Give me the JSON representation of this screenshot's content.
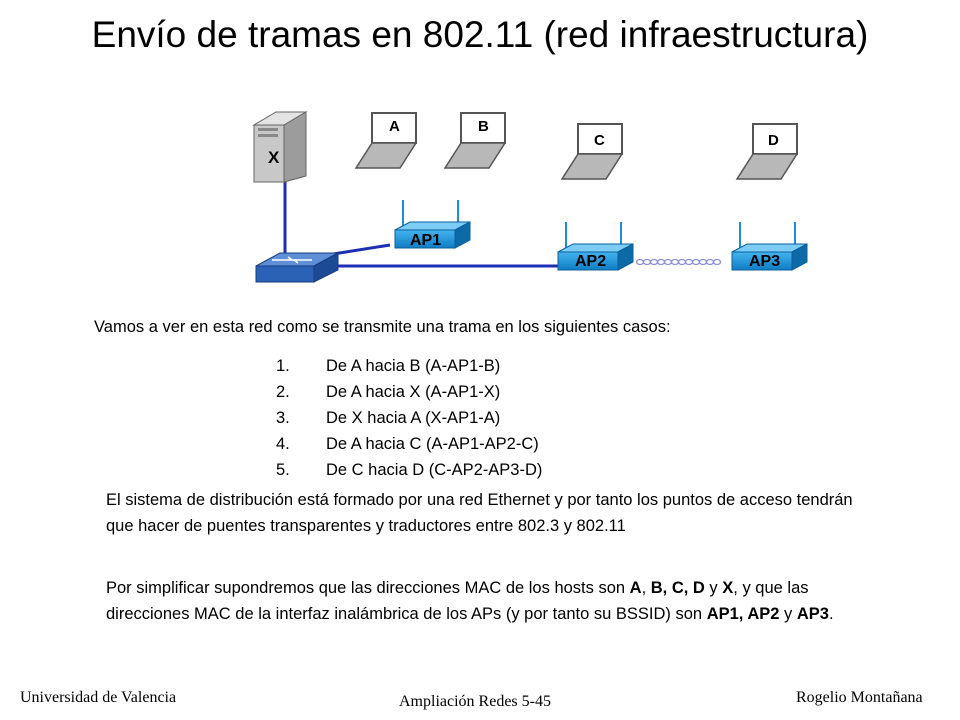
{
  "title": "Envío de tramas en 802.11 (red infraestructura)",
  "diagram": {
    "nodes": {
      "server": "X",
      "laptop_a": "A",
      "laptop_b": "B",
      "laptop_c": "C",
      "laptop_d": "D",
      "ap1": "AP1",
      "ap2": "AP2",
      "ap3": "AP3"
    },
    "colors": {
      "link": "#1c2fb4",
      "ap_fill": "#1a8fd6",
      "switch_fill": "#2b62b6",
      "wireless_link": "#8a8fd4"
    },
    "icons": [
      "server-icon",
      "laptop-icon",
      "access-point-icon",
      "switch-icon",
      "wireless-link-icon"
    ]
  },
  "intro": "Vamos a ver en esta red como se transmite una trama en los siguientes casos:",
  "cases": [
    {
      "num": "1.",
      "text": "De A hacia B (A-AP1-B)"
    },
    {
      "num": "2.",
      "text": "De A hacia X (A-AP1-X)"
    },
    {
      "num": "3.",
      "text": "De X hacia A (X-AP1-A)"
    },
    {
      "num": "4.",
      "text": "De A hacia C (A-AP1-AP2-C)"
    },
    {
      "num": "5.",
      "text": "De C hacia D (C-AP2-AP3-D)"
    }
  ],
  "paragraph1": "El sistema de distribución está formado por una red Ethernet y por tanto los puntos de acceso tendrán que hacer de puentes transparentes y traductores entre 802.3 y 802.11",
  "paragraph2": {
    "t1": "Por simplificar supondremos que las direcciones MAC de los hosts son ",
    "b1": "A",
    "t2": ", ",
    "b2": "B, C, D",
    "t3": " y ",
    "b3": "X",
    "t4": ", y que las direcciones MAC de la interfaz inalámbrica de los APs (y por tanto su BSSID) son ",
    "b4": "AP1, AP2",
    "t5": " y ",
    "b5": "AP3",
    "t6": "."
  },
  "footer": {
    "left": "Universidad de Valencia",
    "center": "Ampliación Redes 5-45",
    "right": "Rogelio Montañana"
  }
}
